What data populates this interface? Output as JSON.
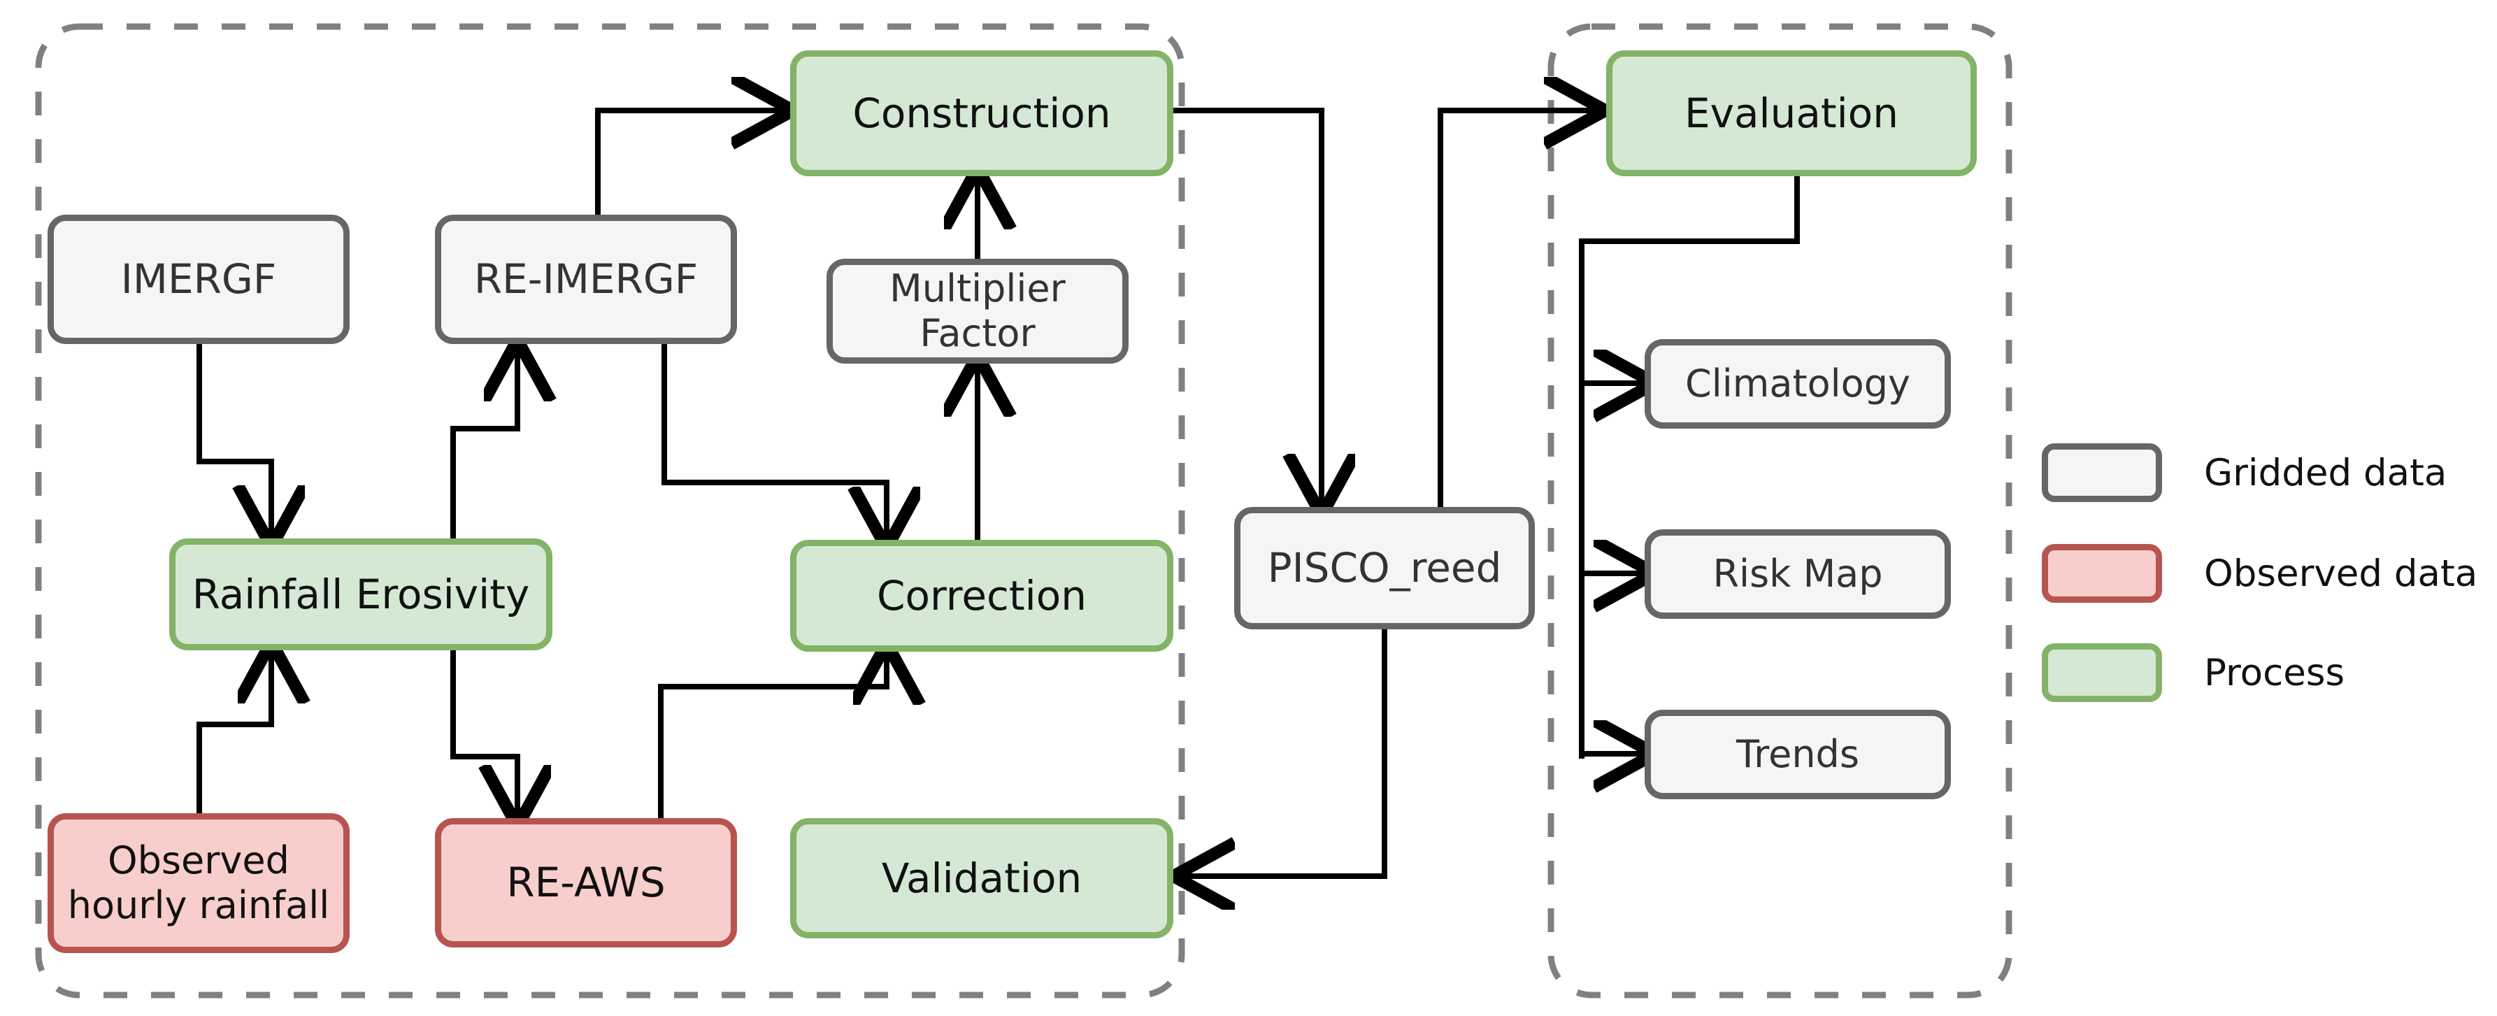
{
  "diagram": {
    "title_text": "",
    "colors": {
      "gridded_border": "#666666",
      "gridded_fill": "#f5f5f5",
      "observed_border": "#b85450",
      "observed_fill": "#f8cecc",
      "process_border": "#82b366",
      "process_fill": "#d5e8d4",
      "container_dash": "#808080",
      "arrow": "#000000"
    },
    "containers": [
      {
        "name": "left-panel",
        "label": ""
      },
      {
        "name": "right-panel",
        "label": ""
      }
    ],
    "nodes": [
      {
        "id": "imergf",
        "label": "IMERGF",
        "type": "gridded"
      },
      {
        "id": "re-imergf",
        "label": "RE-IMERGF",
        "type": "gridded"
      },
      {
        "id": "multiplier",
        "label": "Multiplier\nFactor",
        "type": "gridded"
      },
      {
        "id": "construction",
        "label": "Construction",
        "type": "process"
      },
      {
        "id": "rainfall-erosivity",
        "label": "Rainfall Erosivity",
        "type": "process"
      },
      {
        "id": "correction",
        "label": "Correction",
        "type": "process"
      },
      {
        "id": "observed-hourly-rainfall",
        "label": "Observed\nhourly rainfall",
        "type": "observed"
      },
      {
        "id": "re-aws",
        "label": "RE-AWS",
        "type": "observed"
      },
      {
        "id": "validation",
        "label": "Validation",
        "type": "process"
      },
      {
        "id": "pisco-reed",
        "label": "PISCO_reed",
        "type": "gridded"
      },
      {
        "id": "evaluation",
        "label": "Evaluation",
        "type": "process"
      },
      {
        "id": "climatology",
        "label": "Climatology",
        "type": "gridded"
      },
      {
        "id": "risk-map",
        "label": "Risk Map",
        "type": "gridded"
      },
      {
        "id": "trends",
        "label": "Trends",
        "type": "gridded"
      }
    ],
    "edges": [
      {
        "from": "imergf",
        "to": "rainfall-erosivity"
      },
      {
        "from": "observed-hourly-rainfall",
        "to": "rainfall-erosivity"
      },
      {
        "from": "rainfall-erosivity",
        "to": "re-imergf"
      },
      {
        "from": "rainfall-erosivity",
        "to": "re-aws"
      },
      {
        "from": "re-imergf",
        "to": "construction"
      },
      {
        "from": "re-imergf",
        "to": "correction"
      },
      {
        "from": "re-aws",
        "to": "correction"
      },
      {
        "from": "correction",
        "to": "multiplier"
      },
      {
        "from": "multiplier",
        "to": "construction"
      },
      {
        "from": "construction",
        "to": "pisco-reed"
      },
      {
        "from": "pisco-reed",
        "to": "evaluation"
      },
      {
        "from": "pisco-reed",
        "to": "validation"
      },
      {
        "from": "evaluation",
        "to": "climatology"
      },
      {
        "from": "evaluation",
        "to": "risk-map"
      },
      {
        "from": "evaluation",
        "to": "trends"
      }
    ],
    "legend": {
      "items": [
        {
          "id": "gridded",
          "label": "Gridded data",
          "type": "gridded"
        },
        {
          "id": "observed",
          "label": "Observed data",
          "type": "observed"
        },
        {
          "id": "process",
          "label": "Process",
          "type": "process"
        }
      ]
    }
  }
}
